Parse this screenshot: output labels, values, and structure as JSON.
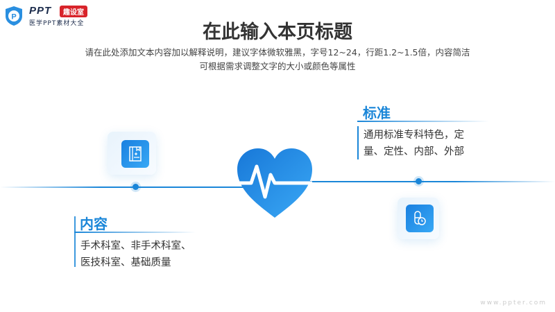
{
  "logo": {
    "brand": "PPT",
    "tag": "趣设室",
    "sub": "医学PPT素材大全"
  },
  "title": "在此输入本页标题",
  "subtitle": [
    "请在此处添加文本内容加以解释说明，建议字体微软雅黑，字号12~24，行距1.2~1.5倍，内容简洁",
    "可根据需求调整文字的大小或颜色等属性"
  ],
  "items": [
    {
      "heading": "标准",
      "lines": [
        "通用标准专科特色，定",
        "量、定性、内部、外部"
      ],
      "icon": "pill-clock-icon"
    },
    {
      "heading": "内容",
      "lines": [
        "手术科室、非手术科室、",
        "医技科室、基础质量"
      ],
      "icon": "medical-record-icon"
    }
  ],
  "center_icon": "heartbeat-icon",
  "watermark": "www.ppter.com",
  "colors": {
    "accent": "#1a86d8"
  }
}
